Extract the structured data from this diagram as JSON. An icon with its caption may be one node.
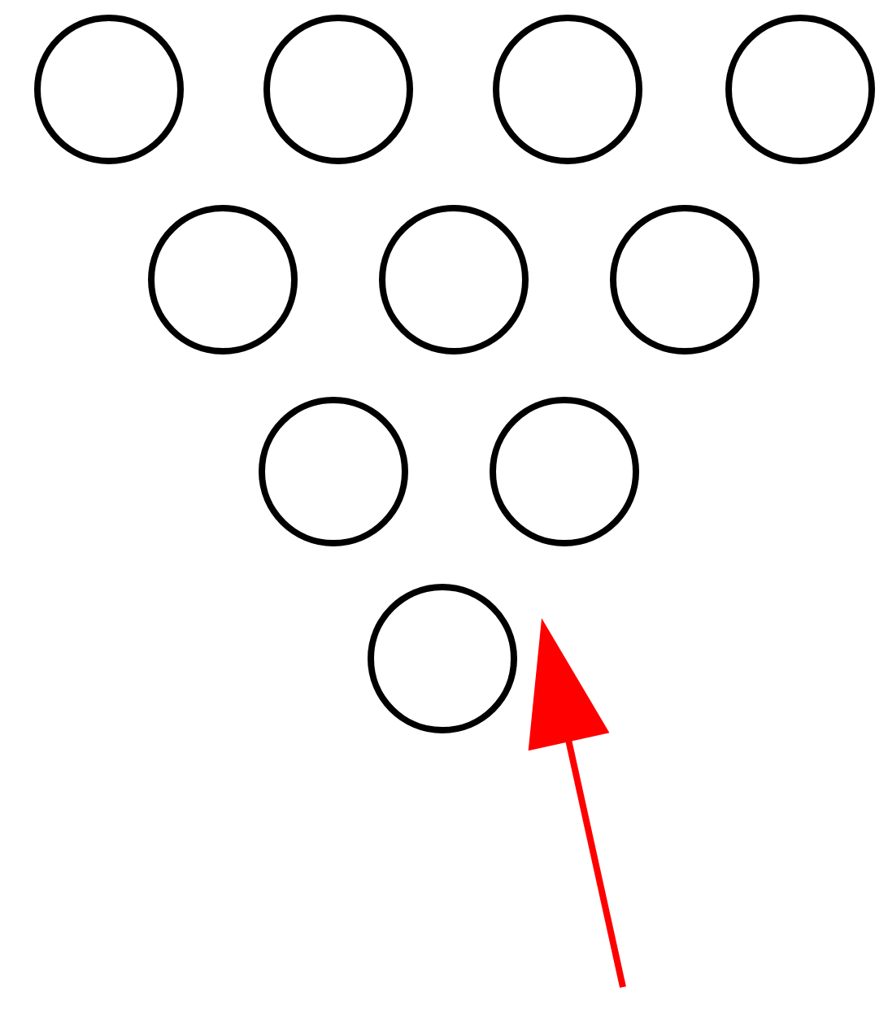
{
  "diagram": {
    "nodes": [
      {
        "text": [],
        "shape": "circle"
      },
      {
        "text": [],
        "shape": "circle"
      },
      {
        "text": [],
        "shape": "circle"
      },
      {
        "text": [],
        "shape": "circle"
      },
      {
        "text": [],
        "shape": "circle"
      },
      {
        "text": [],
        "shape": "circle"
      },
      {
        "text": [],
        "shape": "circle"
      },
      {
        "text": [],
        "shape": "circle"
      },
      {
        "text": [],
        "shape": "circle"
      },
      {
        "text": [],
        "shape": "circle"
      }
    ]
  }
}
